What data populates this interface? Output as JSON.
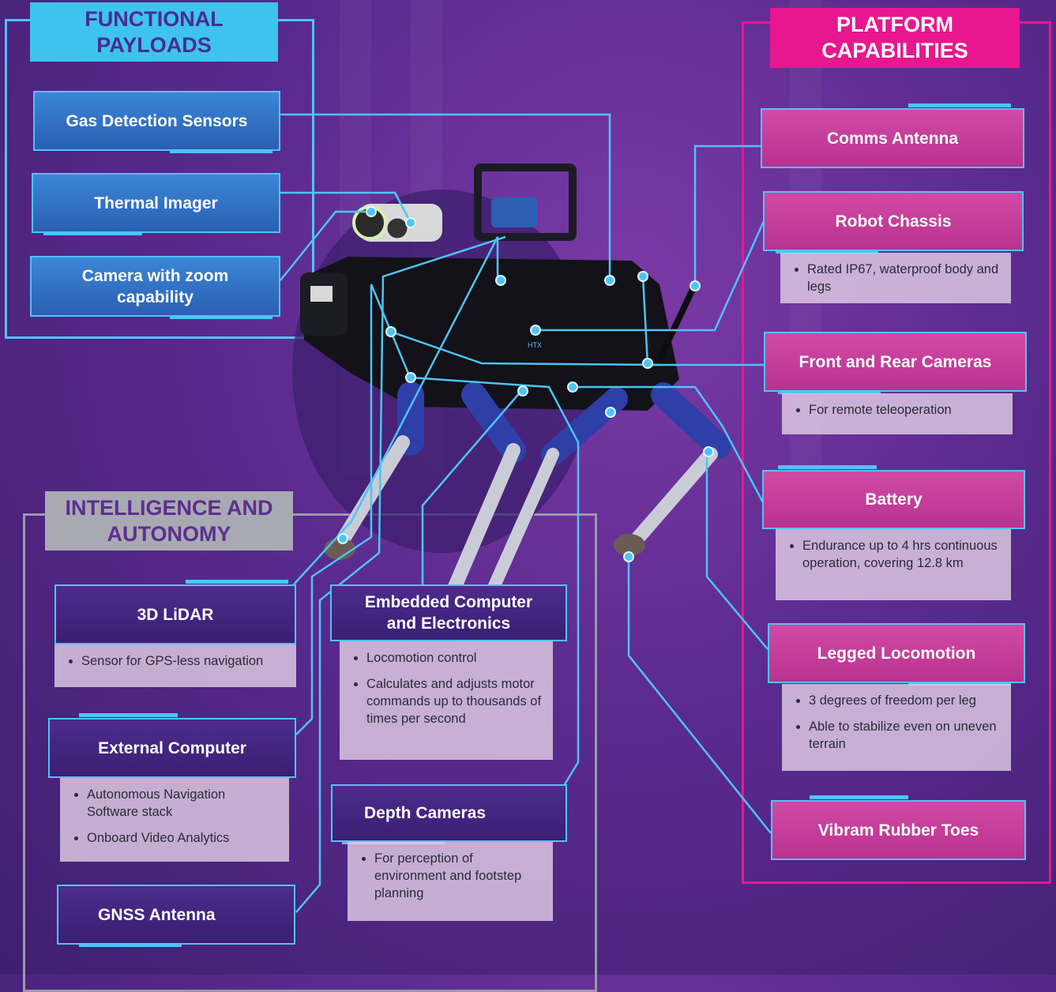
{
  "headers": {
    "functional": "FUNCTIONAL\nPAYLOADS",
    "platform": "PLATFORM\nCAPABILITIES",
    "intelligence": "INTELLIGENCE AND\nAUTONOMY"
  },
  "functional_items": [
    {
      "label": "Gas Detection Sensors"
    },
    {
      "label": "Thermal Imager"
    },
    {
      "label": "Camera with zoom\ncapability"
    }
  ],
  "platform_items": [
    {
      "label": "Comms Antenna"
    },
    {
      "label": "Robot Chassis",
      "bullets": [
        "Rated IP67, waterproof body and legs"
      ]
    },
    {
      "label": "Front and Rear Cameras",
      "bullets": [
        "For remote teleoperation"
      ]
    },
    {
      "label": "Battery",
      "bullets": [
        "Endurance up to 4 hrs continuous operation, covering 12.8 km"
      ]
    },
    {
      "label": "Legged Locomotion",
      "bullets": [
        "3 degrees of freedom per leg",
        "Able to stabilize even on uneven terrain"
      ]
    },
    {
      "label": "Vibram Rubber Toes"
    }
  ],
  "intelligence_items": [
    {
      "label": "3D LiDAR",
      "bullets": [
        "Sensor for GPS-less navigation"
      ]
    },
    {
      "label": "Embedded Computer\nand Electronics",
      "bullets": [
        "Locomotion control",
        "Calculates and adjusts motor commands up to thousands of times per second"
      ]
    },
    {
      "label": "External Computer",
      "bullets": [
        "Autonomous Navigation Software stack",
        "Onboard Video Analytics"
      ]
    },
    {
      "label": "Depth Cameras",
      "bullets": [
        "For perception of environment and footstep planning"
      ]
    },
    {
      "label": "GNSS Antenna"
    }
  ],
  "colors": {
    "accent": "#4fc3f7",
    "functional_header_bg": "#3ec3ee",
    "functional_header_text": "#4a2d8e",
    "platform_header_bg": "#e8178f",
    "intelligence_header_bg": "#a9a9b3",
    "intelligence_header_text": "#5b2f8e"
  },
  "robot_image": "quadruped-robot-photo",
  "robot_badge": "HTX"
}
